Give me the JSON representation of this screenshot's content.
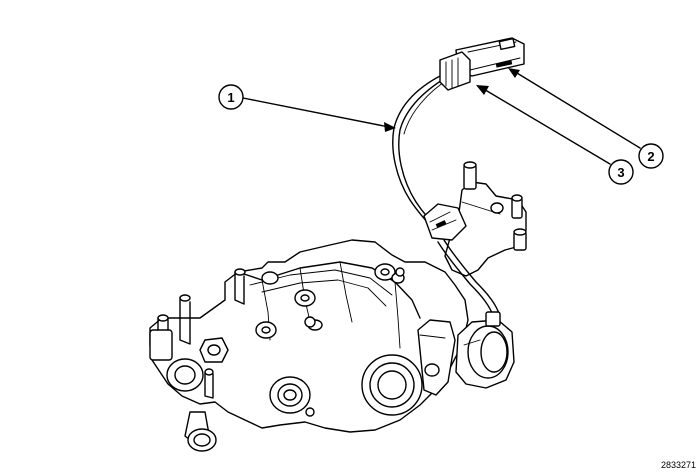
{
  "figure": {
    "id": "2833271"
  },
  "callouts": [
    {
      "number": "1"
    },
    {
      "number": "2"
    },
    {
      "number": "3"
    }
  ],
  "colors": {
    "line": "#000000",
    "background": "#ffffff"
  }
}
